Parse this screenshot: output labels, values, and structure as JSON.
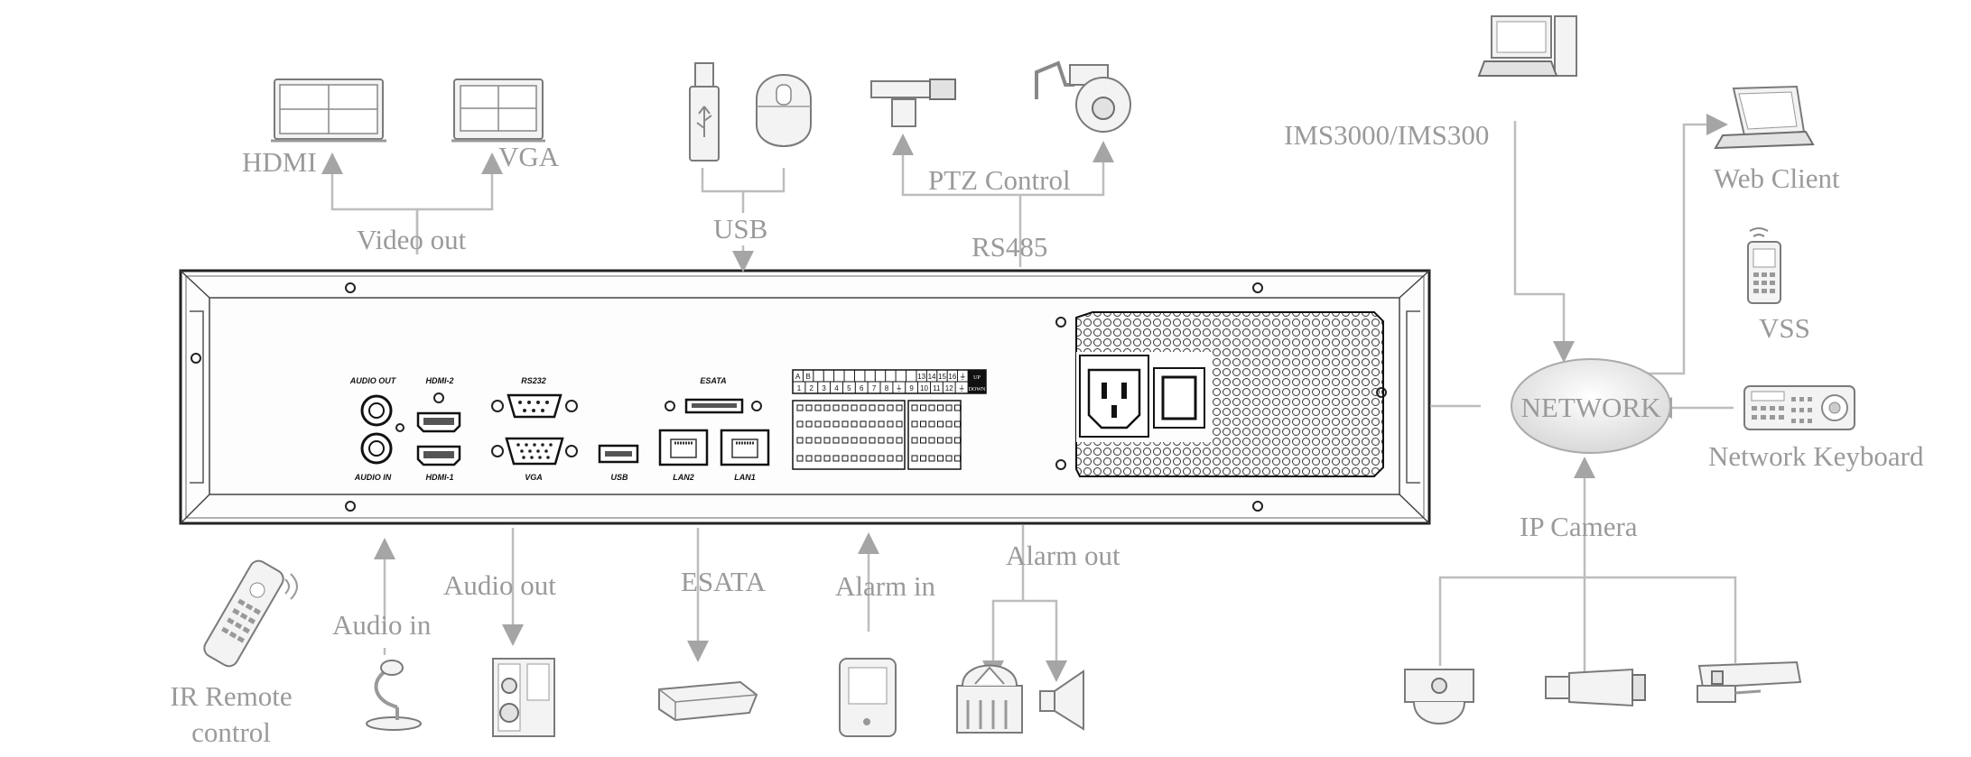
{
  "labels": {
    "hdmi": "HDMI",
    "vga": "VGA",
    "video_out": "Video out",
    "usb": "USB",
    "ptz_control": "PTZ Control",
    "rs485": "RS485",
    "ims": "IMS3000/IMS300",
    "web_client": "Web Client",
    "vss": "VSS",
    "network": "NETWORK",
    "network_keyboard": "Network Keyboard",
    "ip_camera": "IP Camera",
    "alarm_out": "Alarm out",
    "alarm_in": "Alarm in",
    "esata": "ESATA",
    "audio_out": "Audio out",
    "audio_in": "Audio in",
    "ir_remote_line1": "IR Remote",
    "ir_remote_line2": "control"
  },
  "panel_ports": {
    "audio_out": "AUDIO OUT",
    "audio_in": "AUDIO IN",
    "hdmi2": "HDMI-2",
    "hdmi1": "HDMI-1",
    "rs232": "RS232",
    "vga": "VGA",
    "usb": "USB",
    "esata": "ESATA",
    "lan2": "LAN2",
    "lan1": "LAN1",
    "up": "UP",
    "down": "DOWN",
    "terminal_top": [
      "A",
      "B",
      "",
      "",
      "",
      "",
      "",
      "",
      "",
      "",
      "",
      "",
      "13",
      "14",
      "15",
      "16",
      "⏚"
    ],
    "terminal_bottom": [
      "1",
      "2",
      "3",
      "4",
      "5",
      "6",
      "7",
      "8",
      "⏚",
      "9",
      "10",
      "11",
      "12",
      "⏚"
    ]
  }
}
